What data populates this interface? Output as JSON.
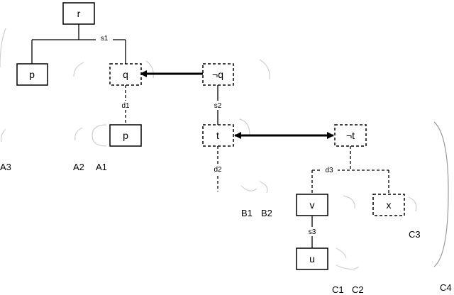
{
  "nodes": {
    "r": "r",
    "p_left": "p",
    "q": "q",
    "not_q": "¬q",
    "p_mid": "p",
    "t": "t",
    "not_t": "¬t",
    "v": "v",
    "x": "x",
    "u": "u"
  },
  "edges": {
    "s1": "s1",
    "d1": "d1",
    "s2": "s2",
    "d2": "d2",
    "d3": "d3",
    "s3": "s3"
  },
  "groups": {
    "A3": "A3",
    "A2": "A2",
    "A1": "A1",
    "B1": "B1",
    "B2": "B2",
    "C3": "C3",
    "C1": "C1",
    "C2": "C2",
    "C4": "C4"
  },
  "colors": {
    "stroke": "#000000",
    "bracket": "#cfcfcf"
  }
}
